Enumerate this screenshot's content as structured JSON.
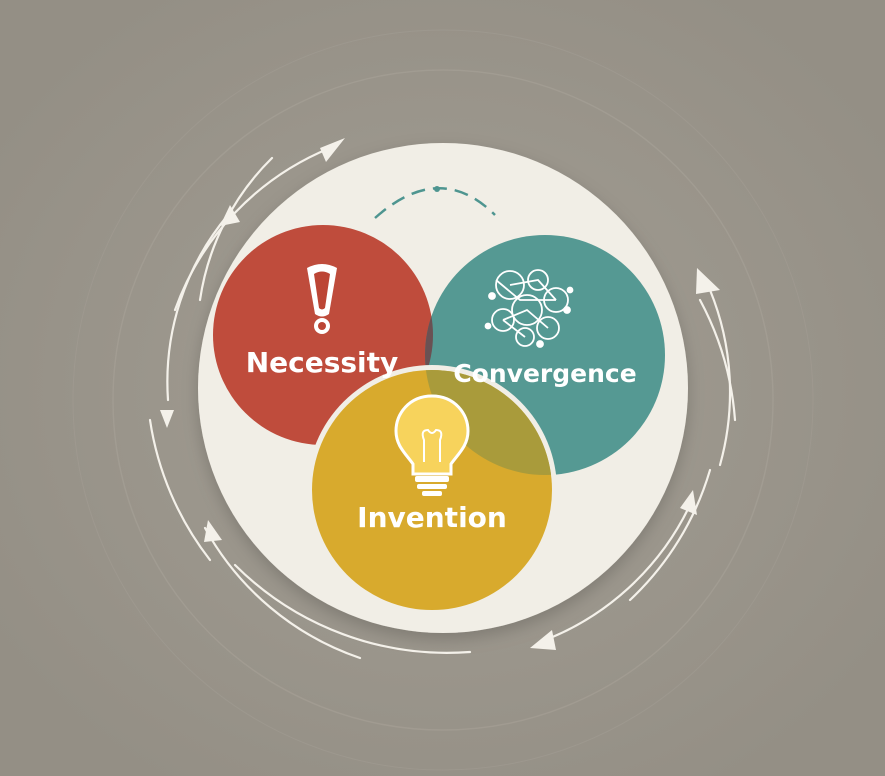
{
  "diagram": {
    "circles": [
      {
        "id": "necessity",
        "label": "Necessity",
        "color": "#bc4535",
        "icon": "exclamation-icon"
      },
      {
        "id": "convergence",
        "label": "Convergence",
        "color": "#4e9590",
        "icon": "network-icon"
      },
      {
        "id": "invention",
        "label": "Invention",
        "color": "#d8aa2d",
        "icon": "lightbulb-icon"
      }
    ],
    "colors": {
      "background": "#9b968c",
      "inner_disc": "#f1eee6",
      "arrows": "#f4f1ea"
    }
  }
}
